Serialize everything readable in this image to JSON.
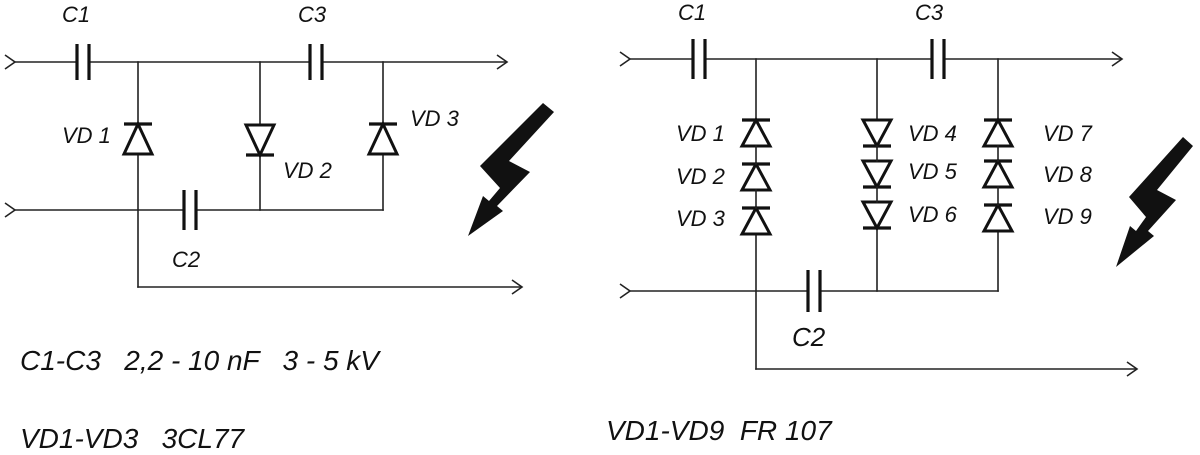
{
  "left_circuit": {
    "capacitors": {
      "c1": "C1",
      "c2": "C2",
      "c3": "C3"
    },
    "diodes": {
      "vd1": "VD 1",
      "vd2": "VD 2",
      "vd3": "VD 3"
    }
  },
  "right_circuit": {
    "capacitors": {
      "c1": "C1",
      "c2": "C2",
      "c3": "C3"
    },
    "diodes": {
      "vd1": "VD 1",
      "vd2": "VD 2",
      "vd3": "VD 3",
      "vd4": "VD 4",
      "vd5": "VD 5",
      "vd6": "VD 6",
      "vd7": "VD 7",
      "vd8": "VD 8",
      "vd9": "VD 9"
    }
  },
  "notes": {
    "capacitor_spec": "C1-C3   2,2 - 10 nF   3 - 5 kV",
    "left_diode_spec": "VD1-VD3   3CL77",
    "right_diode_spec": "VD1-VD9  FR 107"
  },
  "icons": [
    "lightning-bolt-icon",
    "lightning-bolt-icon"
  ]
}
